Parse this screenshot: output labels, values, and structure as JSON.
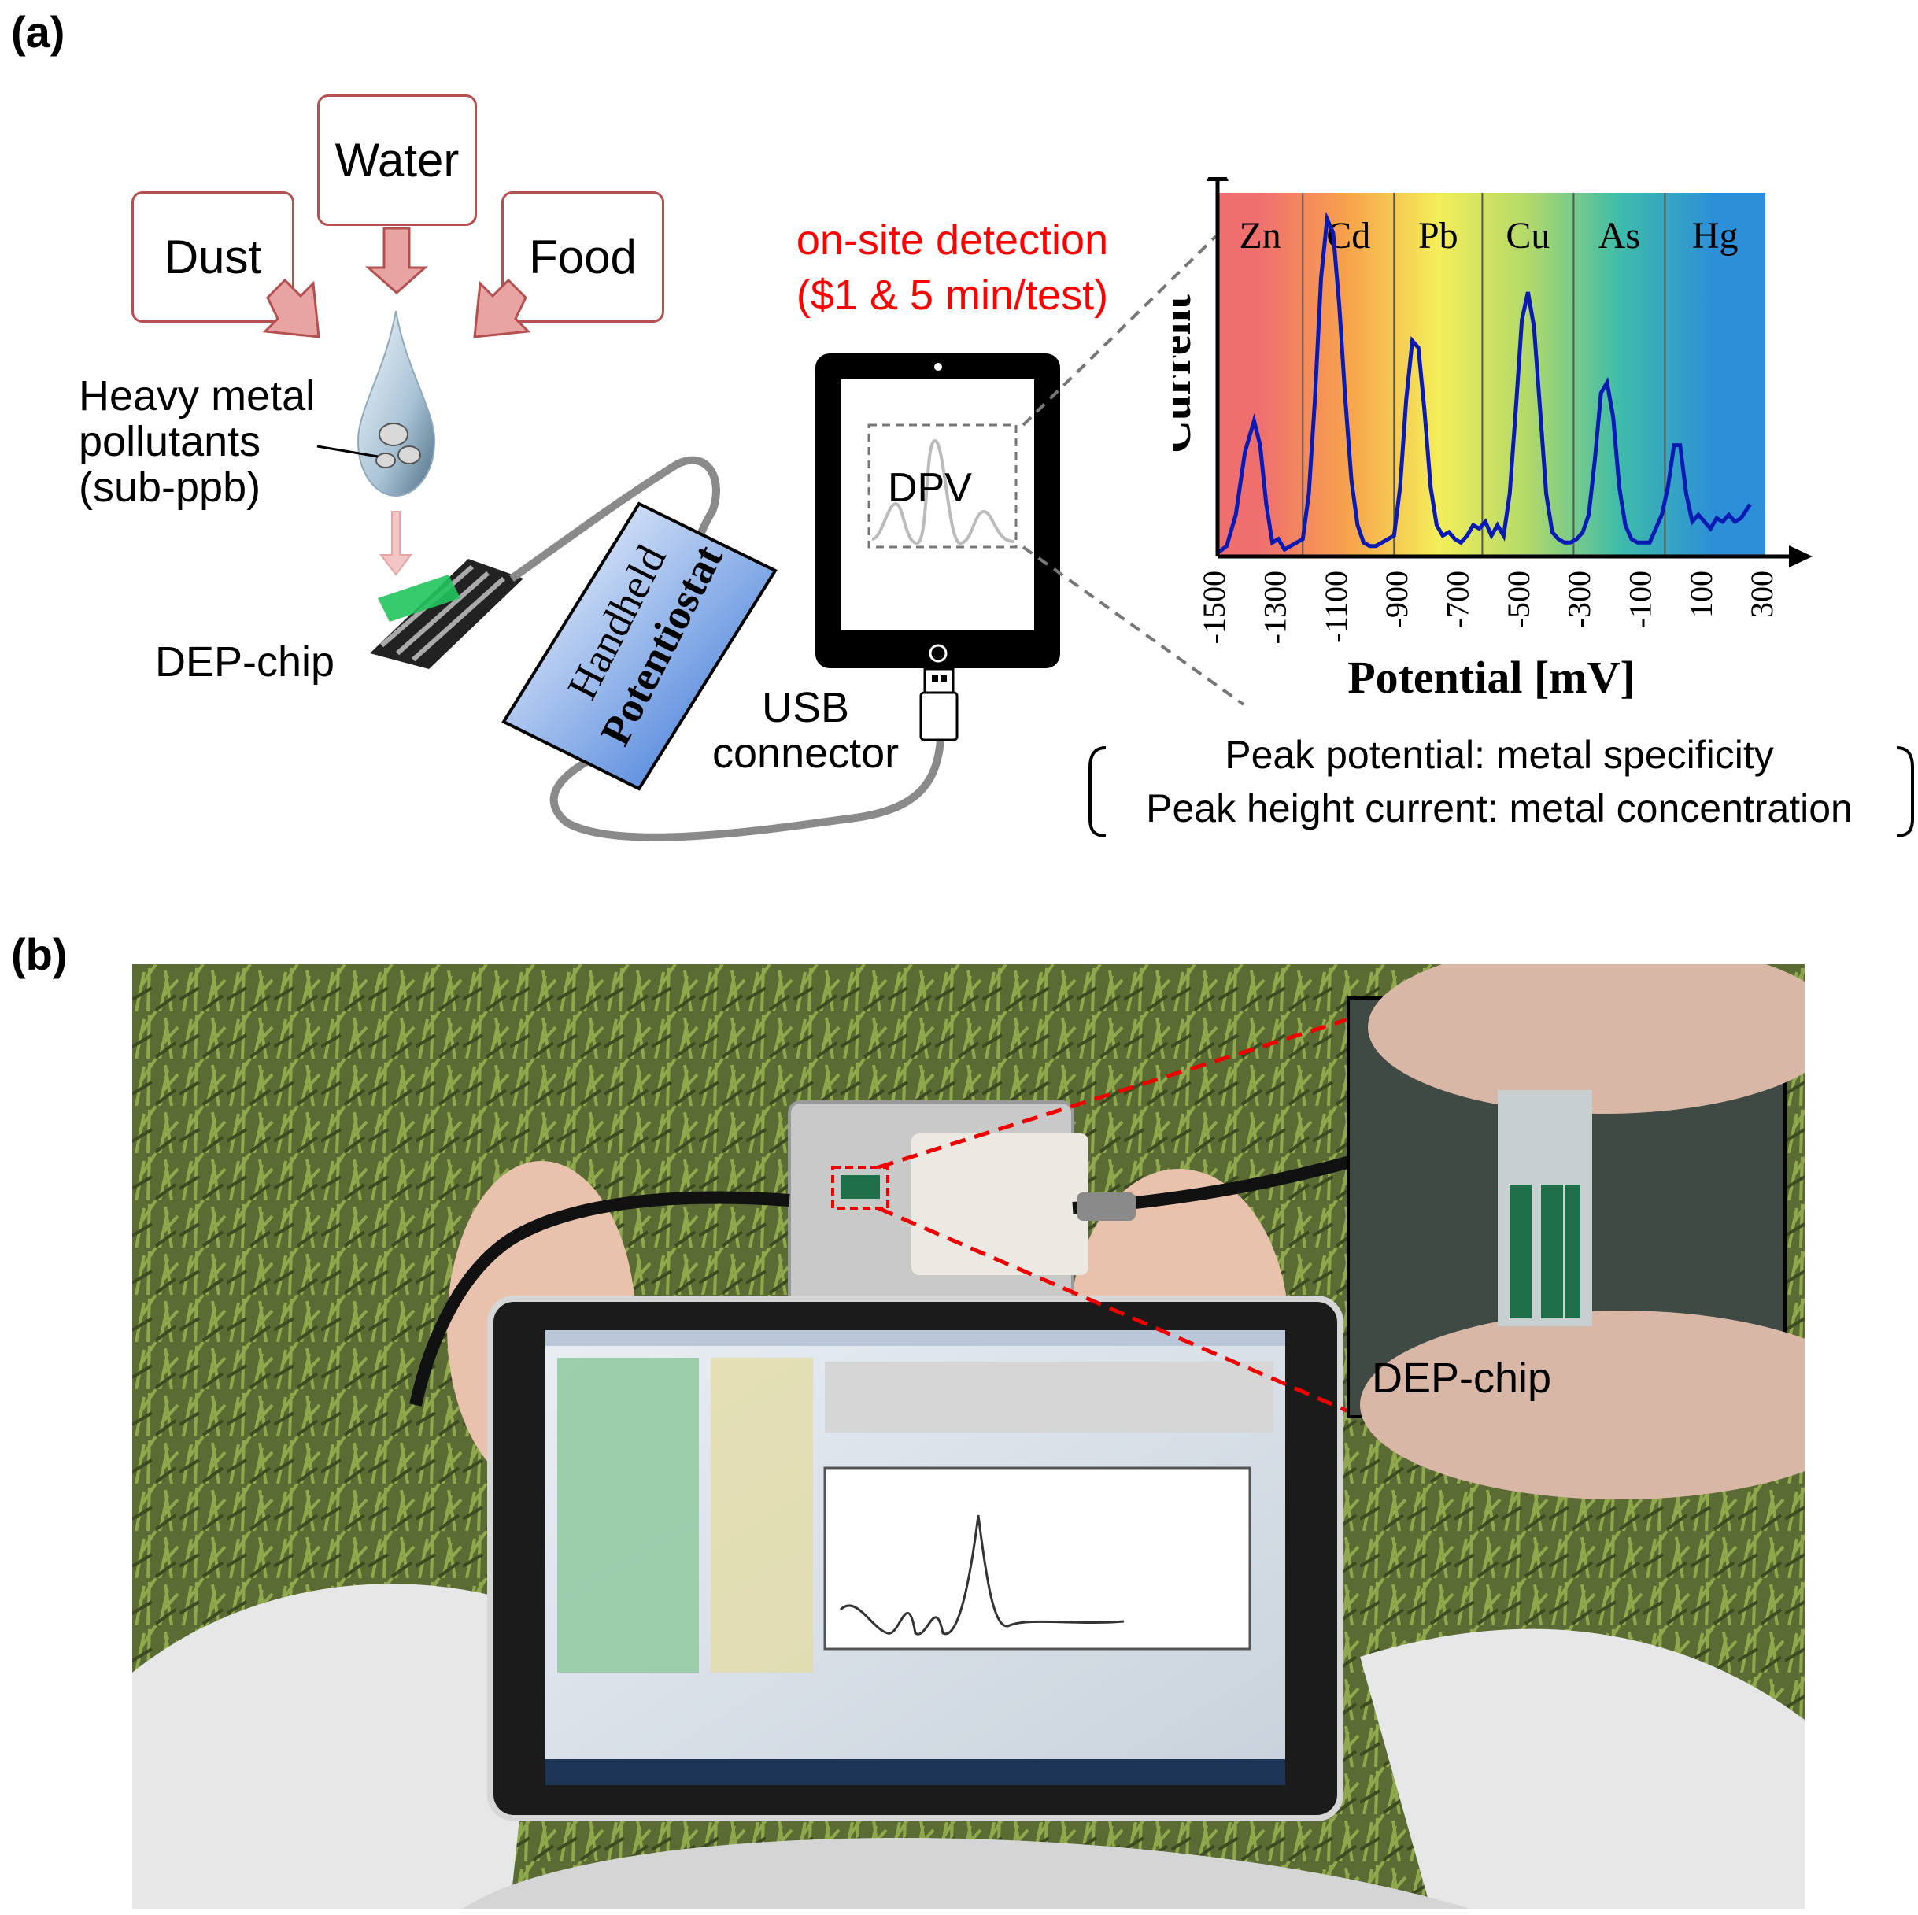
{
  "panel_a": {
    "label": "(a)",
    "sources": [
      "Dust",
      "Water",
      "Food"
    ],
    "pollutant_lines": [
      "Heavy metal",
      "pollutants",
      "(sub-ppb)"
    ],
    "chip_label": "DEP-chip",
    "potentiostat_lines": [
      "Handheld",
      "Potentiostat"
    ],
    "usb_lines": [
      "USB",
      "connector"
    ],
    "detection_lines": [
      "on-site detection",
      "($1 & 5 min/test)"
    ],
    "screen_label": "DPV",
    "note_lines": [
      "Peak potential: metal specificity",
      "Peak height current: metal concentration"
    ],
    "colors": {
      "accent_red": "#ff0000",
      "source_border": "#b4504f",
      "arrow_fill": "#e8a3a3",
      "curve": "#0a1ab4"
    }
  },
  "panel_b": {
    "label": "(b)",
    "inset_label": "DEP-chip"
  },
  "chart_data": {
    "type": "line",
    "xlabel": "Potential [mV]",
    "ylabel": "Current",
    "xlim": [
      -1500,
      300
    ],
    "x_ticks": [
      "-1500",
      "-1300",
      "-1100",
      "-900",
      "-700",
      "-500",
      "-300",
      "-100",
      "100",
      "300"
    ],
    "regions": [
      {
        "name": "Zn",
        "from": -1500,
        "to": -1220,
        "color": "#ef6f6f"
      },
      {
        "name": "Cd",
        "from": -1220,
        "to": -920,
        "color": "#f7a34b"
      },
      {
        "name": "Pb",
        "from": -920,
        "to": -630,
        "color": "#f4ee5a"
      },
      {
        "name": "Cu",
        "from": -630,
        "to": -330,
        "color": "#b2d96a"
      },
      {
        "name": "As",
        "from": -330,
        "to": -30,
        "color": "#3fbcaa"
      },
      {
        "name": "Hg",
        "from": -30,
        "to": 300,
        "color": "#2c8fd8"
      }
    ],
    "series": [
      {
        "x": [
          -1500,
          -1470,
          -1440,
          -1410,
          -1380,
          -1360,
          -1340,
          -1320,
          -1300,
          -1280,
          -1260,
          -1240,
          -1220,
          -1200,
          -1180,
          -1160,
          -1140,
          -1120,
          -1100,
          -1080,
          -1060,
          -1040,
          -1020,
          -1000,
          -980,
          -960,
          -940,
          -920,
          -900,
          -880,
          -860,
          -840,
          -820,
          -800,
          -780,
          -760,
          -740,
          -720,
          -700,
          -680,
          -660,
          -640,
          -620,
          -600,
          -580,
          -560,
          -540,
          -520,
          -500,
          -480,
          -460,
          -440,
          -420,
          -400,
          -380,
          -360,
          -340,
          -320,
          -300,
          -280,
          -260,
          -240,
          -220,
          -200,
          -180,
          -160,
          -140,
          -120,
          -100,
          -80,
          -60,
          -40,
          -20,
          0,
          20,
          40,
          60,
          80,
          100,
          120,
          140,
          160,
          180,
          200,
          220,
          250
        ],
        "y": [
          0.01,
          0.03,
          0.12,
          0.3,
          0.39,
          0.32,
          0.15,
          0.04,
          0.05,
          0.02,
          0.03,
          0.04,
          0.05,
          0.18,
          0.45,
          0.8,
          0.97,
          0.93,
          0.72,
          0.45,
          0.22,
          0.09,
          0.04,
          0.03,
          0.03,
          0.04,
          0.05,
          0.06,
          0.2,
          0.45,
          0.62,
          0.6,
          0.42,
          0.2,
          0.09,
          0.06,
          0.07,
          0.05,
          0.04,
          0.06,
          0.09,
          0.08,
          0.1,
          0.06,
          0.09,
          0.06,
          0.18,
          0.42,
          0.68,
          0.76,
          0.66,
          0.42,
          0.18,
          0.07,
          0.05,
          0.04,
          0.04,
          0.05,
          0.07,
          0.12,
          0.28,
          0.47,
          0.5,
          0.4,
          0.2,
          0.09,
          0.05,
          0.04,
          0.04,
          0.04,
          0.08,
          0.12,
          0.2,
          0.32,
          0.32,
          0.18,
          0.1,
          0.12,
          0.1,
          0.08,
          0.11,
          0.1,
          0.12,
          0.1,
          0.11,
          0.15
        ]
      }
    ]
  }
}
